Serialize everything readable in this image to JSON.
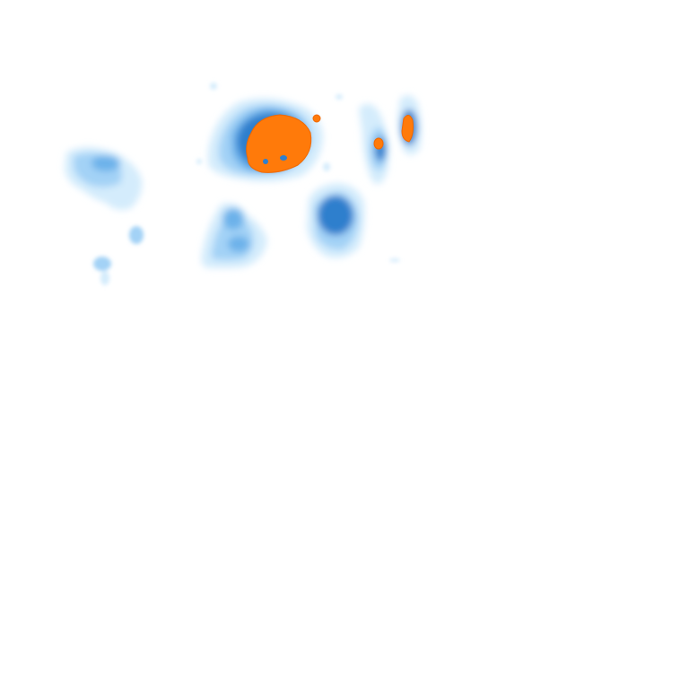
{
  "palette": {
    "background": "#ffffff",
    "very_light": "#d4ecfc",
    "light": "#a3d2f6",
    "medium": "#6db2ea",
    "dark": "#2f7fcd",
    "core": "#ff7a0a",
    "core_edge": "#f06800"
  },
  "legend_levels": [
    "very_light",
    "light",
    "medium",
    "dark",
    "core"
  ]
}
